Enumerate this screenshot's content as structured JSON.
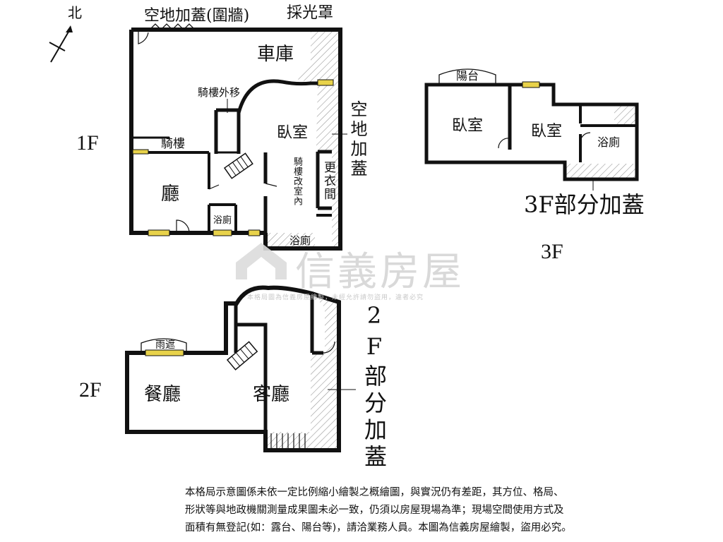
{
  "north_label": "北",
  "floors": {
    "f1": "1F",
    "f2": "2F",
    "f3": "3F"
  },
  "rooms_1f": {
    "garage": "車庫",
    "bedroom": "臥室",
    "arcade": "騎樓",
    "living": "廳",
    "bath_small": "浴廁",
    "bath": "浴廁",
    "dressing": "更衣間",
    "arcade_converted": "騎樓改室內"
  },
  "annotations_1f": {
    "vacant_extension": "空地加蓋(圍牆)",
    "skylight": "採光罩",
    "arcade_moved": "騎樓外移",
    "side_extension": "空地加蓋"
  },
  "rooms_2f": {
    "rain_shelter": "雨遮",
    "dining": "餐廳",
    "living": "客廳",
    "partial_extension": "2F部分加蓋"
  },
  "rooms_3f": {
    "balcony": "陽台",
    "bedroom_a": "臥室",
    "bedroom_b": "臥室",
    "bath": "浴廁",
    "partial_extension": "3F部分加蓋"
  },
  "watermark": {
    "brand": "信義房屋",
    "notice": "本格局圖為信義房屋繪製，未經允許請勿盜用，違者必究"
  },
  "disclaimer": [
    "本格局示意圖係未依一定比例縮小繪製之概繪圖，與實況仍有差距，其方位、格局、",
    "形狀等與地政機關測量成果圖未必一致，仍須以房屋現場為準；現場空間使用方式及",
    "面積有無登記(如：露台、陽台等)，請洽業務人員。本圖為信義房屋繪製，盜用必究。"
  ],
  "colors": {
    "wall": "#111111",
    "window": "#e8d24a",
    "hatch": "#9a9a9a",
    "watermark": "#d9d9d9"
  }
}
